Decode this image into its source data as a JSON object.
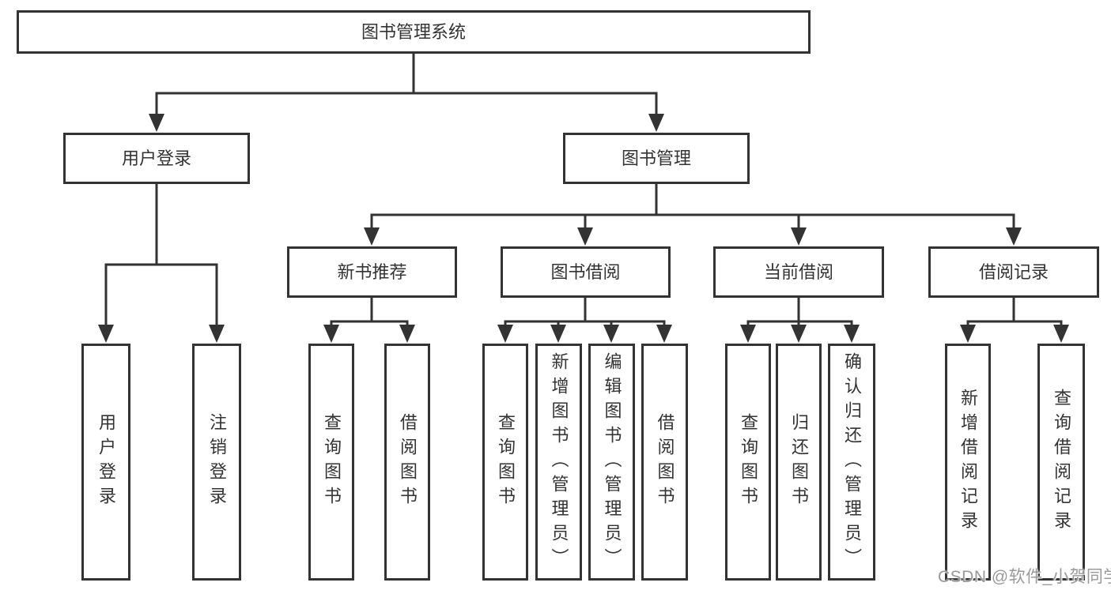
{
  "colors": {
    "line": "#333333",
    "text": "#333333",
    "bg": "#ffffff",
    "wm": "#999999"
  },
  "watermark": {
    "text": "CSDN @软件_小贺同学"
  },
  "tree": {
    "label": "图书管理系统",
    "children": [
      {
        "label": "用户登录",
        "children": [
          {
            "label": "用户登录"
          },
          {
            "label": "注销登录"
          }
        ]
      },
      {
        "label": "图书管理",
        "children": [
          {
            "label": "新书推荐",
            "children": [
              {
                "label": "查询图书"
              },
              {
                "label": "借阅图书"
              }
            ]
          },
          {
            "label": "图书借阅",
            "children": [
              {
                "label": "查询图书"
              },
              {
                "label": "新增图书（管理员）"
              },
              {
                "label": "编辑图书（管理员）"
              },
              {
                "label": "借阅图书"
              }
            ]
          },
          {
            "label": "当前借阅",
            "children": [
              {
                "label": "查询图书"
              },
              {
                "label": "归还图书"
              },
              {
                "label": "确认归还（管理员）"
              }
            ]
          },
          {
            "label": "借阅记录",
            "children": [
              {
                "label": "新增借阅记录"
              },
              {
                "label": "查询借阅记录"
              }
            ]
          }
        ]
      }
    ]
  }
}
